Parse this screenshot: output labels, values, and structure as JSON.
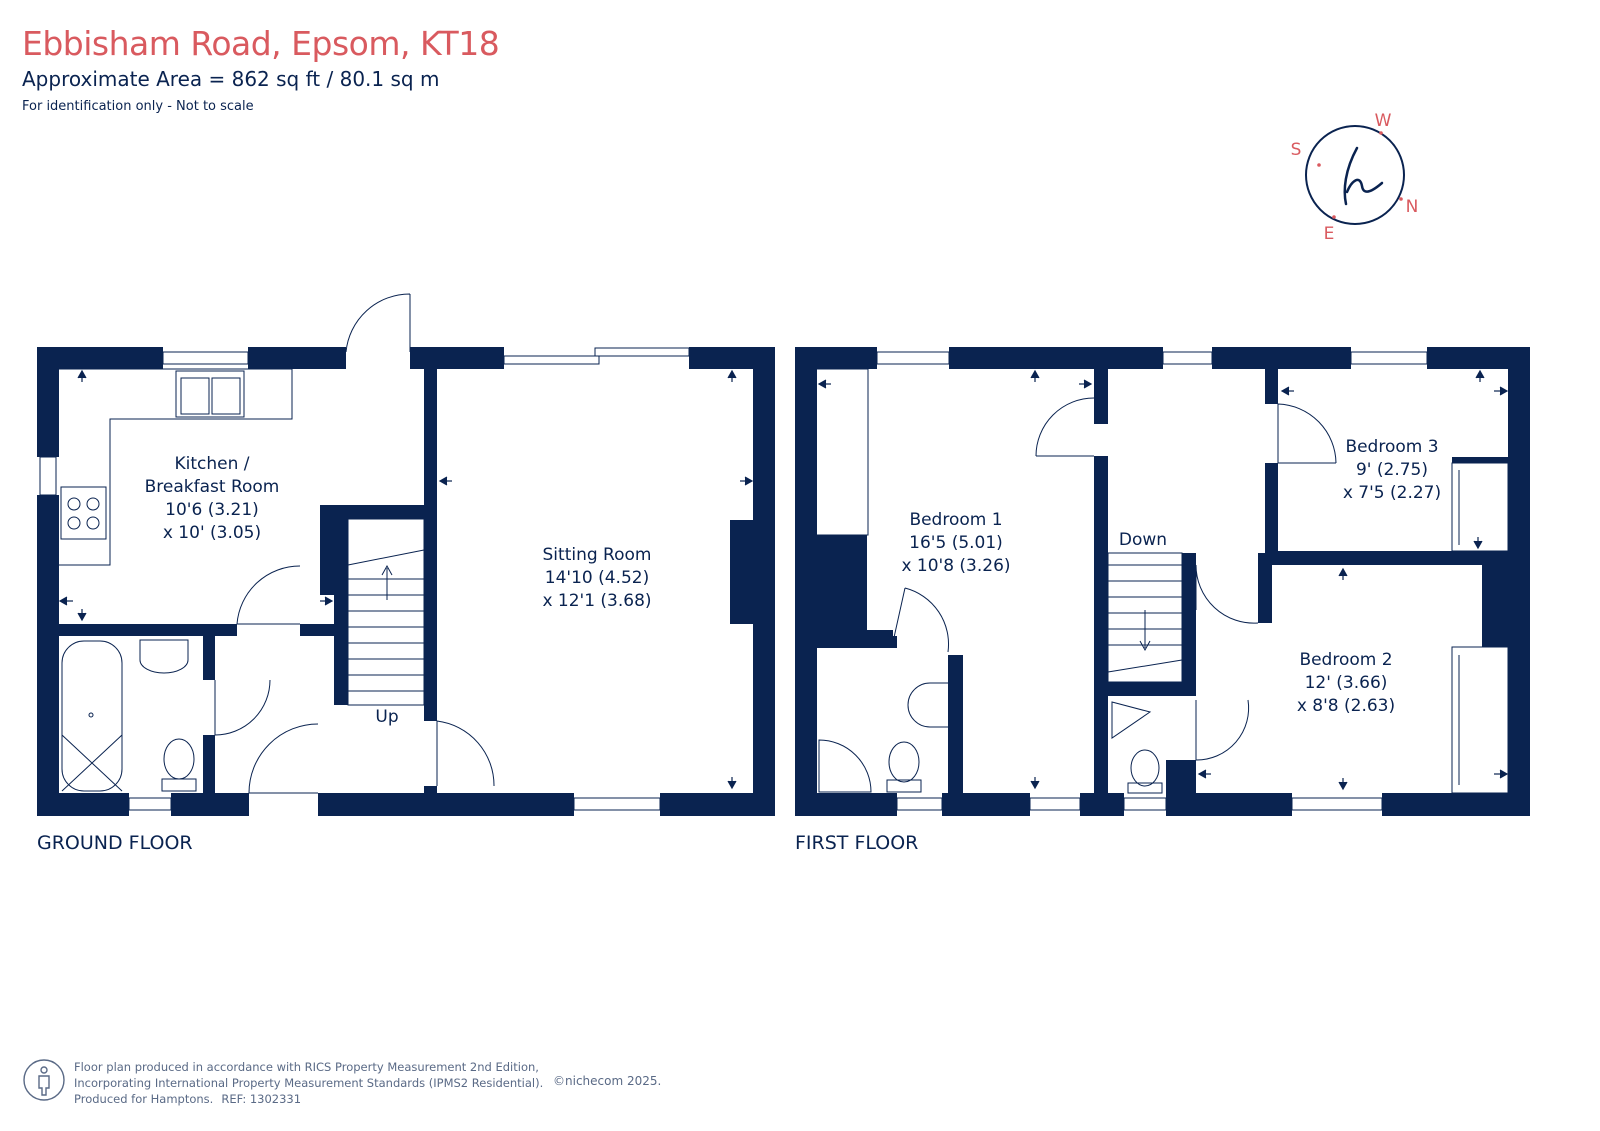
{
  "header": {
    "title": "Ebbisham Road, Epsom, KT18",
    "area": "Approximate Area = 862 sq ft / 80.1 sq m",
    "note": "For identification only - Not to scale"
  },
  "compass": {
    "letters": {
      "s": "S",
      "w": "W",
      "n": "N",
      "e": "E"
    },
    "logo_icon": "hamptons-h-logo",
    "accent_color": "#d95a5f"
  },
  "floors": {
    "ground": {
      "label": "GROUND FLOOR",
      "rooms": {
        "kitchen": {
          "name_1": "Kitchen /",
          "name_2": "Breakfast Room",
          "dim_1": "10'6 (3.21)",
          "dim_2": "x 10' (3.05)"
        },
        "sitting": {
          "name": "Sitting Room",
          "dim_1": "14'10 (4.52)",
          "dim_2": "x 12'1 (3.68)"
        }
      },
      "stairs_label": "Up"
    },
    "first": {
      "label": "FIRST FLOOR",
      "rooms": {
        "bedroom1": {
          "name": "Bedroom 1",
          "dim_1": "16'5 (5.01)",
          "dim_2": "x 10'8 (3.26)"
        },
        "bedroom2": {
          "name": "Bedroom 2",
          "dim_1": "12' (3.66)",
          "dim_2": "x 8'8 (2.63)"
        },
        "bedroom3": {
          "name": "Bedroom 3",
          "dim_1": "9' (2.75)",
          "dim_2": "x 7'5 (2.27)"
        }
      },
      "stairs_label": "Down"
    }
  },
  "footer": {
    "line_1": "Floor plan produced in accordance with RICS Property Measurement 2nd Edition,",
    "line_2": "Incorporating International Property Measurement Standards (IPMS2 Residential).",
    "line_3": "Produced for Hamptons.",
    "ref": "REF: 1302331",
    "copyright": "©nichecom 2025."
  },
  "colors": {
    "walls": "#0a2350",
    "title": "#d95a5f",
    "footer_text": "#5a6a86"
  }
}
